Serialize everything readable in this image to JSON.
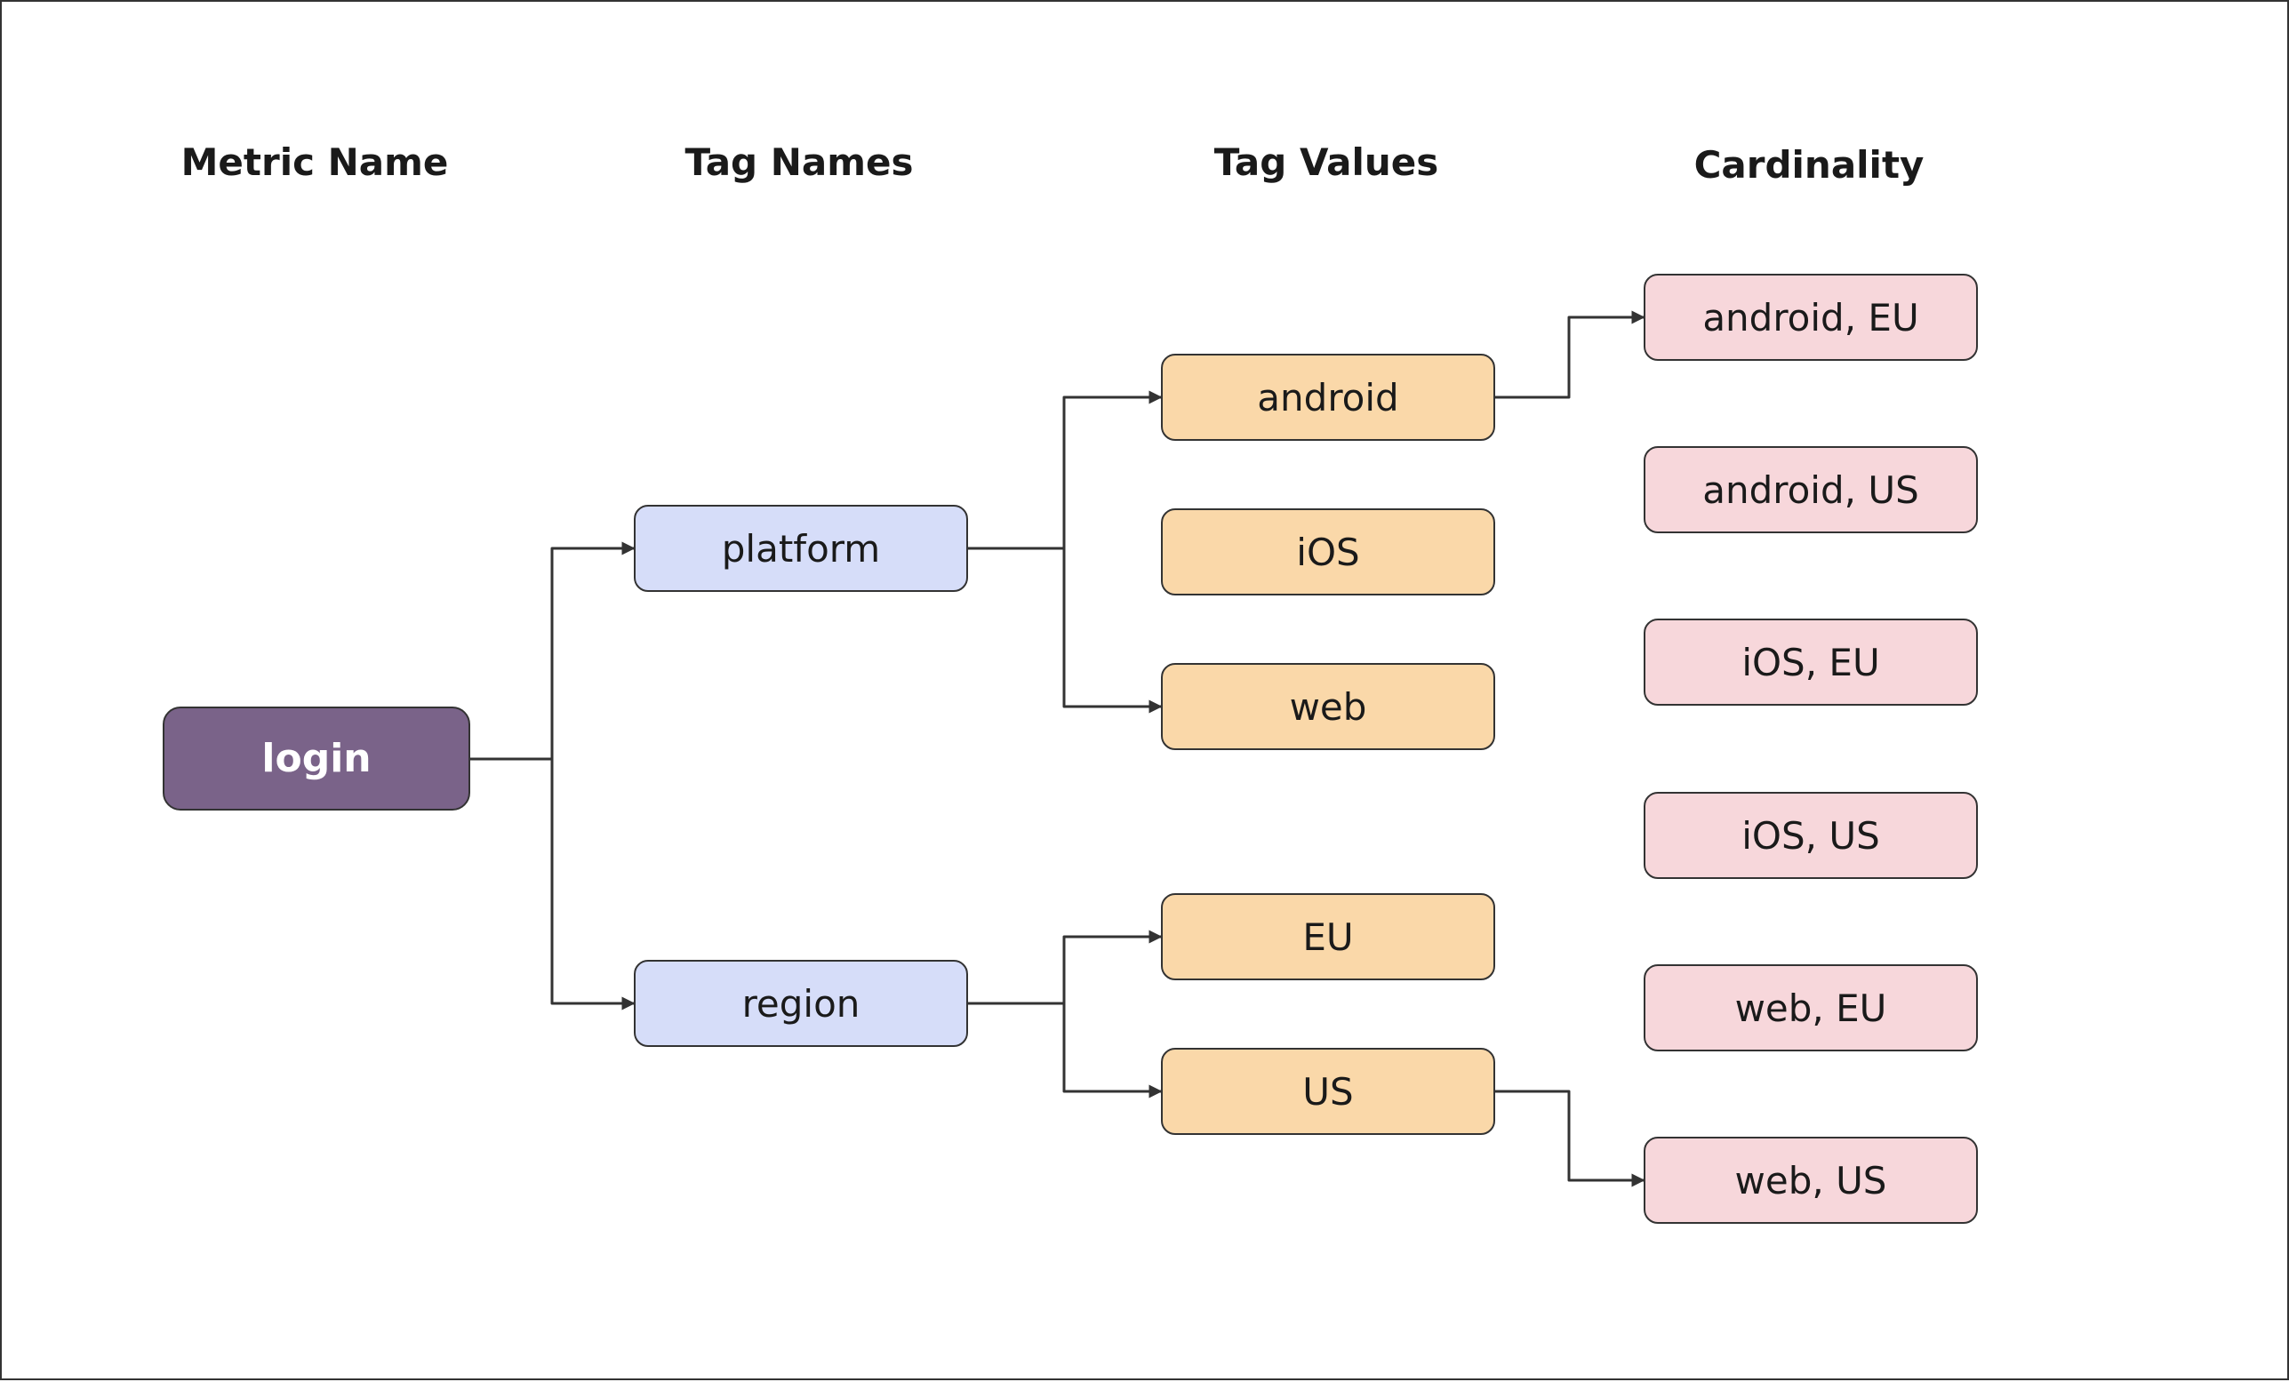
{
  "headers": {
    "metric_name": "Metric Name",
    "tag_names": "Tag Names",
    "tag_values": "Tag Values",
    "cardinality": "Cardinality"
  },
  "metric": {
    "label": "login"
  },
  "tag_names": {
    "platform": "platform",
    "region": "region"
  },
  "tag_values": {
    "android": "android",
    "ios": "iOS",
    "web": "web",
    "eu": "EU",
    "us": "US"
  },
  "cardinality": {
    "android_eu": "android, EU",
    "android_us": "android, US",
    "ios_eu": "iOS, EU",
    "ios_us": "iOS, US",
    "web_eu": "web, EU",
    "web_us": "web, US"
  },
  "colors": {
    "metric": "#7a6389",
    "tag_name": "#d6ddf9",
    "tag_value": "#fad8a9",
    "cardinality": "#f7d7db",
    "connector": "#333333"
  }
}
